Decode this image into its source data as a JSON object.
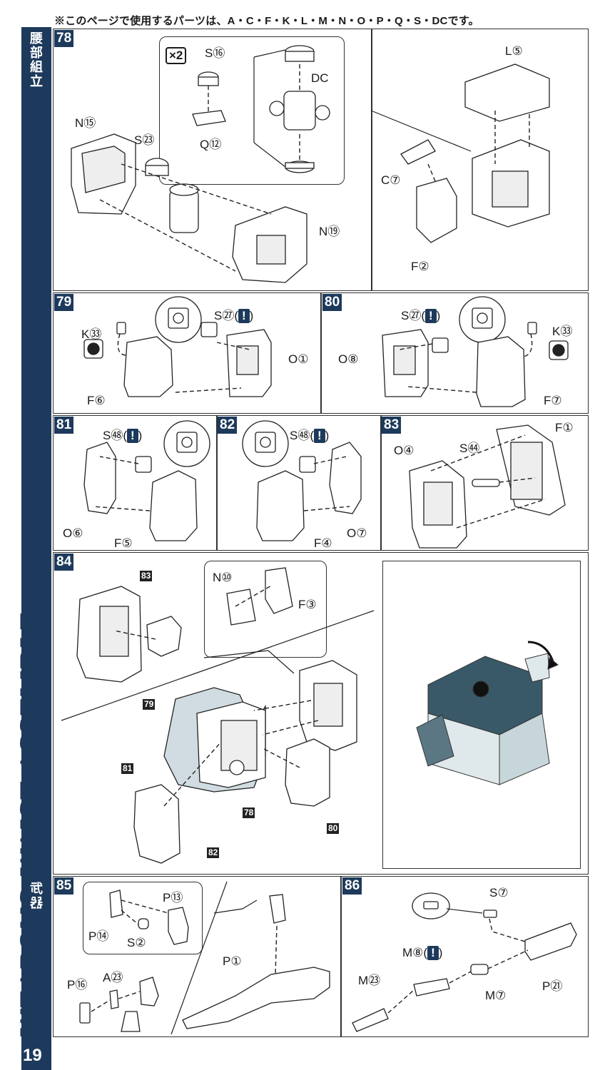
{
  "header": {
    "note": "※このページで使用するパーツは、A・C・F・K・L・M・N・O・P・Q・S・DCです。"
  },
  "sidebar": {
    "waist_jp": "腰部組立",
    "weapons_jp": "武器",
    "waist_en": "WAIST ASSEMBLE",
    "weapons_en": "WEAPONS",
    "page_number": "19"
  },
  "steps": {
    "s78": {
      "num": "78",
      "multiplier": "×2",
      "labels": [
        "S⑯",
        "DC",
        "Q⑫",
        "N⑮",
        "S㉓",
        "N⑲",
        "L⑤",
        "C⑦",
        "F②"
      ]
    },
    "s79": {
      "num": "79",
      "labels": [
        "K㉝",
        "S㉗(",
        ")",
        "O①",
        "F⑥"
      ],
      "warn": "!"
    },
    "s80": {
      "num": "80",
      "labels": [
        "S㉗(",
        ")",
        "K㉝",
        "O⑧",
        "F⑦"
      ],
      "warn": "!"
    },
    "s81": {
      "num": "81",
      "labels": [
        "S㊽(",
        ")",
        "O⑥",
        "F⑤"
      ],
      "warn": "!"
    },
    "s82": {
      "num": "82",
      "labels": [
        "S㊽(",
        ")",
        "O⑦",
        "F④"
      ],
      "warn": "!"
    },
    "s83": {
      "num": "83",
      "labels": [
        "O④",
        "S㊹",
        "F①"
      ]
    },
    "s84": {
      "num": "84",
      "labels": [
        "N⑩",
        "F③"
      ],
      "refs": [
        "83",
        "79",
        "81",
        "78",
        "82",
        "80"
      ]
    },
    "s85": {
      "num": "85",
      "labels": [
        "P⑬",
        "P⑭",
        "S②",
        "P⑯",
        "A㉓",
        "P①"
      ]
    },
    "s86": {
      "num": "86",
      "labels": [
        "S⑦",
        "M⑧(",
        ")",
        "M㉓",
        "M⑦",
        "P㉑"
      ],
      "warn": "!"
    }
  },
  "colors": {
    "accent": "#1d3a5c",
    "photo_tint": "#a9c0c9"
  }
}
